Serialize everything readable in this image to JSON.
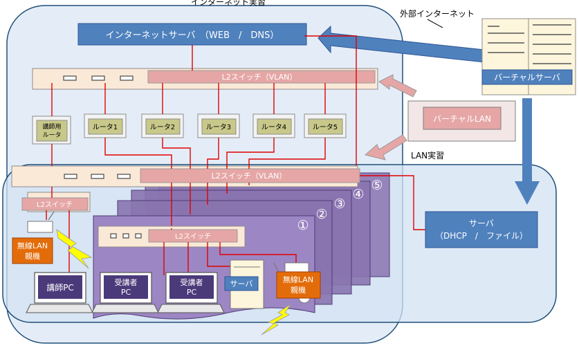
{
  "regions": {
    "internet_lab": "インターネット実習",
    "lan_lab": "LAN実習",
    "external_internet": "外部インターネット"
  },
  "servers": {
    "internet_server": "インターネットサーバ　（WEB　/　DNS）",
    "virtual_server": "バーチャルサーバ",
    "virtual_lan": "バーチャルLAN",
    "lan_server_line1": "サーバ",
    "lan_server_line2": "（DHCP　/　ファイル）"
  },
  "switches": {
    "top_switch": "L2スイッチ（VLAN）",
    "mid_switch": "L2スイッチ（VLAN）",
    "instructor_switch": "L2スイッチ",
    "group_switch": "L2スイッチ"
  },
  "routers": [
    {
      "label_line1": "講師用",
      "label_line2": "ルータ"
    },
    {
      "label_line1": "ルータ1",
      "label_line2": ""
    },
    {
      "label_line1": "ルータ2",
      "label_line2": ""
    },
    {
      "label_line1": "ルータ3",
      "label_line2": ""
    },
    {
      "label_line1": "ルータ4",
      "label_line2": ""
    },
    {
      "label_line1": "ルータ5",
      "label_line2": ""
    }
  ],
  "groups": [
    "①",
    "②",
    "③",
    "④",
    "⑤"
  ],
  "devices": {
    "instructor_wlan_line1": "無線LAN",
    "instructor_wlan_line2": "親機",
    "instructor_pc": "講師PC",
    "student_pc1_line1": "受講者",
    "student_pc1_line2": "PC",
    "student_pc2_line1": "受講者",
    "student_pc2_line2": "PC",
    "group_server": "サーバ",
    "group_wlan_line1": "無線LAN",
    "group_wlan_line2": "親機"
  }
}
